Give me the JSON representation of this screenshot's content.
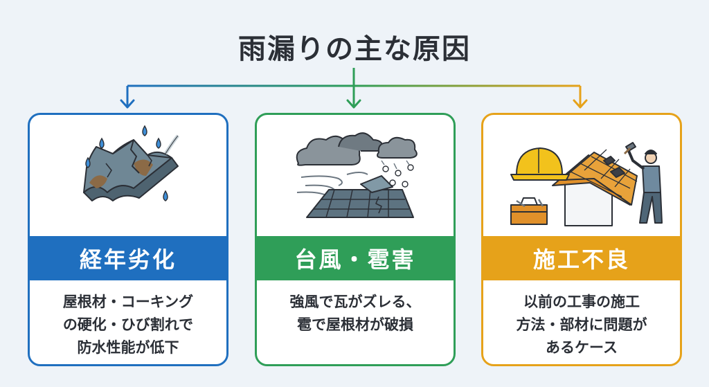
{
  "title": "雨漏りの主な原因",
  "colors": {
    "blue": "#1f6fbf",
    "green": "#2f9e58",
    "orange": "#e6a21a"
  },
  "causes": [
    {
      "label": "経年劣化",
      "icon": "cracked-roof-tile-rain-icon",
      "lines": [
        "屋根材・コーキング",
        "の硬化・ひび割れで",
        "防水性能が低下"
      ]
    },
    {
      "label": "台風・雹害",
      "icon": "storm-hail-damaged-roof-icon",
      "lines": [
        "強風で瓦がズレる、",
        "雹で屋根材が破損"
      ]
    },
    {
      "label": "施工不良",
      "icon": "roof-construction-worker-icon",
      "lines": [
        "以前の工事の施工",
        "方法・部材に問題が",
        "あるケース"
      ]
    }
  ]
}
